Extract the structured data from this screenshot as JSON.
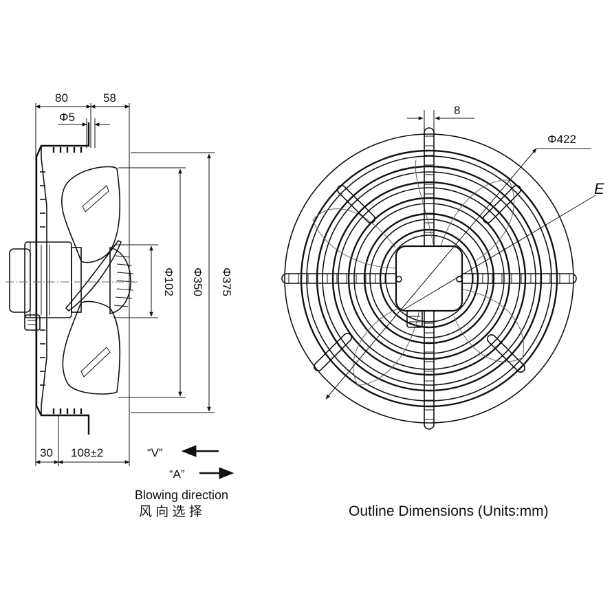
{
  "side_view": {
    "dim_top_left": "80",
    "dim_top_right": "58",
    "dim_shaft": "Φ5",
    "dim_hub": "Φ102",
    "dim_blade": "Φ350",
    "dim_guard": "Φ375",
    "dim_bottom_left": "30",
    "dim_bottom_right": "108±2"
  },
  "blowing": {
    "v_label": "“V”",
    "a_label": "“A”",
    "caption_en": "Blowing direction",
    "caption_cn": "风 向 选 择"
  },
  "front_view": {
    "dim_bar": "8",
    "dim_outer": "Φ422",
    "dim_e": "E"
  },
  "footer": {
    "title": "Outline Dimensions (Units:mm)"
  }
}
